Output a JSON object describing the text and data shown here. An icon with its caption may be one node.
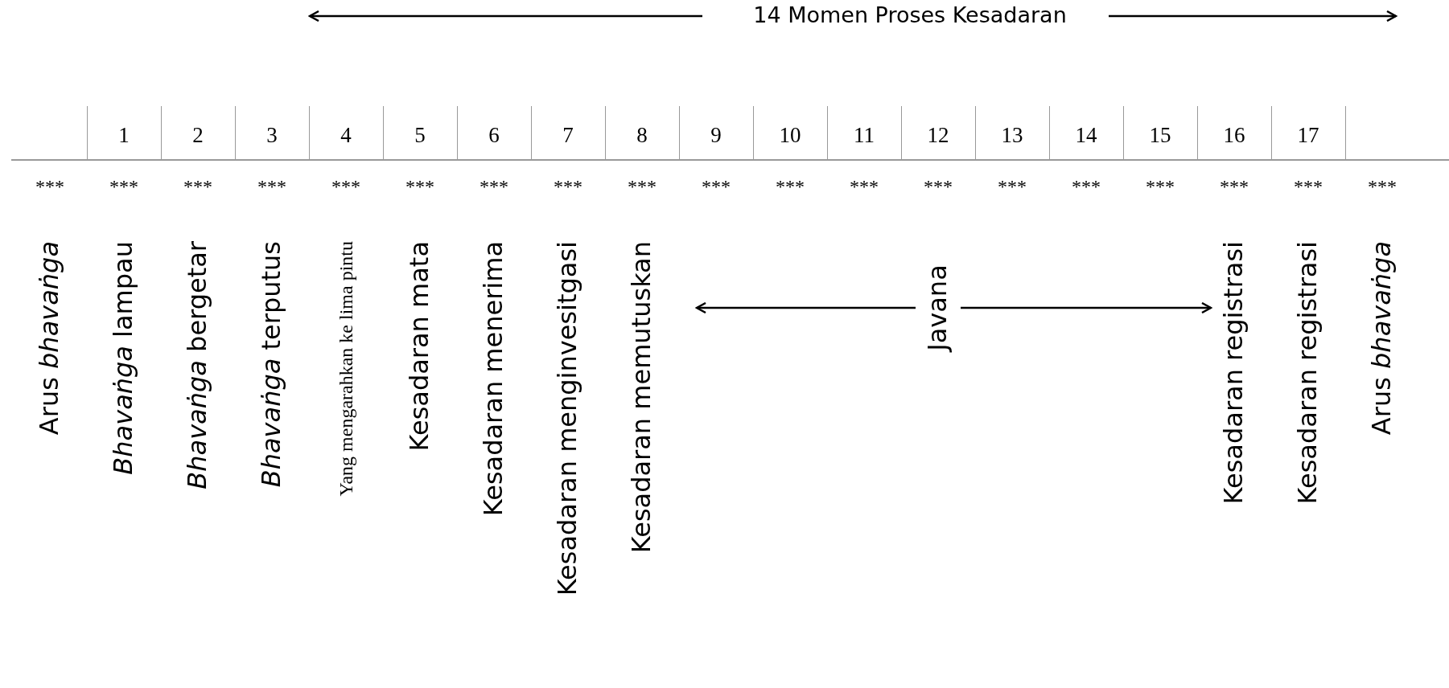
{
  "diagram": {
    "labels": [
      "14 Momen Proses Kesadaran",
      "1",
      "2",
      "3",
      "4",
      "5",
      "6",
      "7",
      "8",
      "9",
      "10",
      "11",
      "12",
      "13",
      "14",
      "15",
      "16",
      "17",
      "***",
      "***",
      "***",
      "***",
      "***",
      "***",
      "***",
      "***",
      "***",
      "***",
      "***",
      "***",
      "***",
      "***",
      "***",
      "***",
      "***",
      "***",
      "***",
      "Arus *bhavaṅga*",
      "*Bhavaṅga* lampau",
      "*Bhavaṅga* bergetar",
      "*Bhavaṅga* terputus",
      "Yang mengarahkan ke lima pintu",
      "Kesadaran mata",
      "Kesadaran menerima",
      "Kesadaran menginvesitgasi",
      "Kesadaran memutuskan",
      "Javana",
      "Kesadaran registrasi",
      "Kesadaran registrasi",
      "Arus *bhavaṅga*"
    ]
  }
}
